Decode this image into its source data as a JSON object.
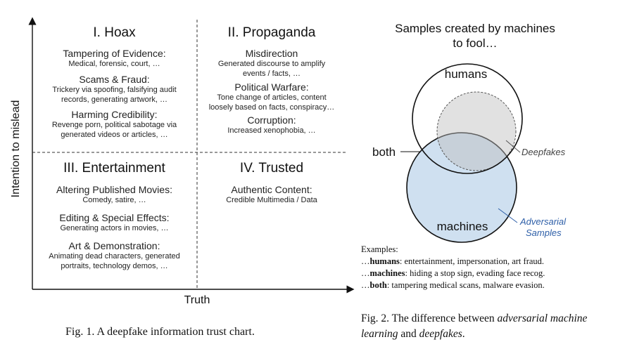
{
  "fig1": {
    "y_axis_label": "Intention to mislead",
    "x_axis_label": "Truth",
    "caption": "Fig. 1.  A deepfake information trust chart.",
    "quadrants": [
      {
        "title": "I. Hoax",
        "items": [
          {
            "title": "Tampering of Evidence:",
            "lines": [
              "Medical, forensic, court, …"
            ]
          },
          {
            "title": "Scams & Fraud:",
            "lines": [
              "Trickery via spoofing, falsifying audit",
              "records, generating artwork, …"
            ]
          },
          {
            "title": "Harming Credibility:",
            "lines": [
              "Revenge porn, political sabotage via",
              "generated videos or articles, …"
            ]
          }
        ]
      },
      {
        "title": "II. Propaganda",
        "items": [
          {
            "title": "Misdirection",
            "lines": [
              "Generated discourse to amplify",
              "events / facts, …"
            ]
          },
          {
            "title": "Political Warfare:",
            "lines": [
              "Tone change of articles, content",
              "loosely based on facts, conspiracy…"
            ]
          },
          {
            "title": "Corruption:",
            "lines": [
              "Increased xenophobia, …"
            ]
          }
        ]
      },
      {
        "title": "III. Entertainment",
        "items": [
          {
            "title": "Altering Published Movies:",
            "lines": [
              "Comedy, satire, …"
            ]
          },
          {
            "title": "Editing & Special Effects:",
            "lines": [
              "Generating actors in movies, …"
            ]
          },
          {
            "title": "Art & Demonstration:",
            "lines": [
              "Animating dead characters, generated",
              "portraits, technology demos,  …"
            ]
          }
        ]
      },
      {
        "title": "IV. Trusted",
        "items": [
          {
            "title": "Authentic Content:",
            "lines": [
              "Credible Multimedia / Data"
            ]
          }
        ]
      }
    ]
  },
  "fig2": {
    "title_line1": "Samples created by machines",
    "title_line2": "to fool…",
    "label_humans": "humans",
    "label_machines": "machines",
    "label_both": "both",
    "label_deepfakes": "Deepfakes",
    "label_adversarial_1": "Adversarial",
    "label_adversarial_2": "Samples",
    "examples_heading": "Examples:",
    "examples": [
      {
        "prefix": "…",
        "bold": "humans",
        "rest": ": entertainment, impersonation, art fraud."
      },
      {
        "prefix": "…",
        "bold": "machines",
        "rest": ": hiding a stop sign, evading face recog."
      },
      {
        "prefix": "…",
        "bold": "both",
        "rest": ": tampering medical scans, malware evasion."
      }
    ],
    "caption_prefix": "Fig. 2.  The difference between ",
    "caption_em1": "adversarial machine learning",
    "caption_mid": " and ",
    "caption_em2": "deepfakes",
    "caption_end": ".",
    "colors": {
      "machines_fill": "#cfe0f0",
      "deepfakes_fill": "#e6e6e6",
      "adversarial_label": "#2e5fa8"
    }
  }
}
